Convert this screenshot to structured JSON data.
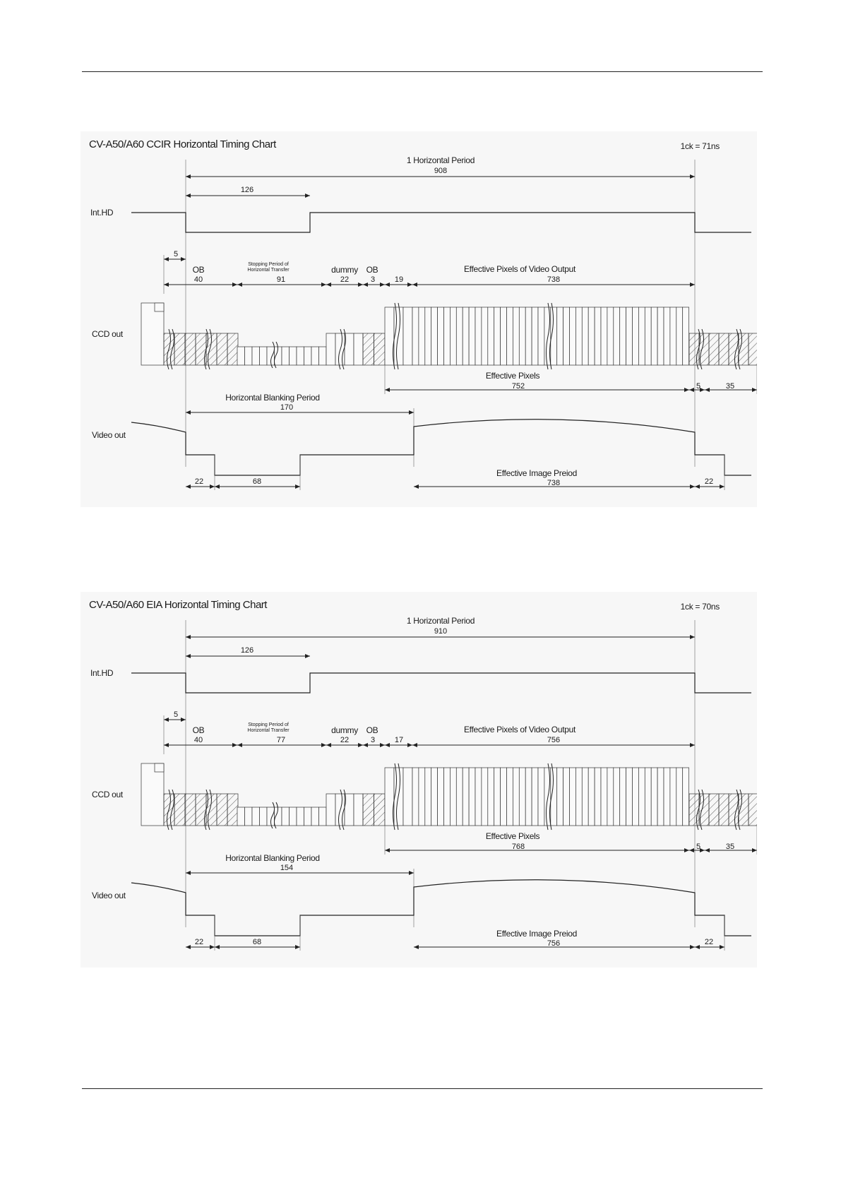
{
  "document": {
    "domain": "timing-diagram"
  },
  "charts": [
    {
      "id": "ccir",
      "title": "CV-A50/A60 CCIR Horizontal Timing Chart",
      "clock": "1ck = 71ns",
      "signals": [
        "Int.HD",
        "CCD out",
        "Video out"
      ],
      "dimensions": {
        "period": {
          "label": "1 Horizontal Period",
          "value": "908"
        },
        "hd_low": {
          "value": "126"
        },
        "lead": {
          "value": "5"
        },
        "ob1": {
          "label": "OB",
          "value": "40"
        },
        "stop": {
          "label_line1": "Stopping Period of",
          "label_line2": "Horizontal Transfer",
          "value": "91"
        },
        "dummy": {
          "label": "dummy",
          "value": "22"
        },
        "ob2": {
          "label": "OB",
          "value": "3"
        },
        "gap": {
          "value": "19"
        },
        "eff_video": {
          "label": "Effective Pixels of Video Output",
          "value": "738"
        },
        "eff_pixels": {
          "label": "Effective Pixels",
          "value": "752"
        },
        "tail5": {
          "value": "5"
        },
        "tail35": {
          "value": "35"
        },
        "blanking": {
          "label": "Horizontal Blanking Period",
          "value": "170"
        },
        "sync": {
          "value": "22"
        },
        "back": {
          "value": "68"
        },
        "image": {
          "label": "Effective Image Preiod",
          "value": "738"
        },
        "sync2": {
          "value": "22"
        }
      }
    },
    {
      "id": "eia",
      "title": "CV-A50/A60 EIA Horizontal Timing Chart",
      "clock": "1ck = 70ns",
      "signals": [
        "Int.HD",
        "CCD out",
        "Video out"
      ],
      "dimensions": {
        "period": {
          "label": "1 Horizontal Period",
          "value": "910"
        },
        "hd_low": {
          "value": "126"
        },
        "lead": {
          "value": "5"
        },
        "ob1": {
          "label": "OB",
          "value": "40"
        },
        "stop": {
          "label_line1": "Stopping Period of",
          "label_line2": "Horizontal Transfer",
          "value": "77"
        },
        "dummy": {
          "label": "dummy",
          "value": "22"
        },
        "ob2": {
          "label": "OB",
          "value": "3"
        },
        "gap": {
          "value": "17"
        },
        "eff_video": {
          "label": "Effective Pixels of Video Output",
          "value": "756"
        },
        "eff_pixels": {
          "label": "Effective Pixels",
          "value": "768"
        },
        "tail5": {
          "value": "5"
        },
        "tail35": {
          "value": "35"
        },
        "blanking": {
          "label": "Horizontal Blanking Period",
          "value": "154"
        },
        "sync": {
          "value": "22"
        },
        "back": {
          "value": "68"
        },
        "image": {
          "label": "Effective Image Preiod",
          "value": "756"
        },
        "sync2": {
          "value": "22"
        }
      }
    }
  ]
}
